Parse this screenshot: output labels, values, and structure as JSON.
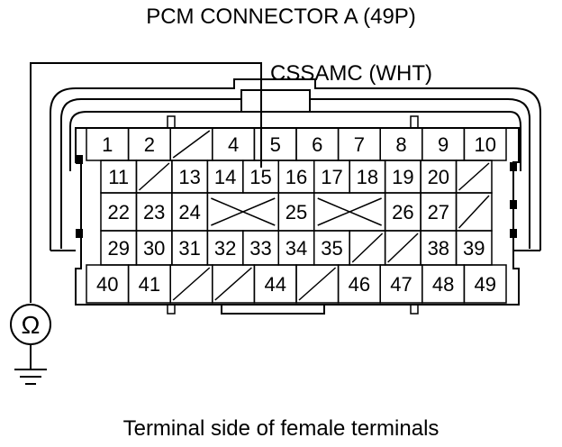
{
  "title": "PCM CONNECTOR A (49P)",
  "wire_label": "CSSAMC (WHT)",
  "caption": "Terminal side of female terminals",
  "meter_symbol": "Ω",
  "probe_terminal": "15",
  "rows": [
    [
      "1",
      "2",
      "/",
      "4",
      "5",
      "6",
      "7",
      "8",
      "9",
      "10"
    ],
    [
      "11",
      "/",
      "13",
      "14",
      "15",
      "16",
      "17",
      "18",
      "19",
      "20",
      "/"
    ],
    [
      "22",
      "23",
      "24",
      "X",
      "25",
      "X",
      "26",
      "27",
      "/"
    ],
    [
      "29",
      "30",
      "31",
      "32",
      "33",
      "34",
      "35",
      "/",
      "/",
      "38",
      "39"
    ],
    [
      "40",
      "41",
      "/",
      "/",
      "44",
      "/",
      "46",
      "47",
      "48",
      "49"
    ]
  ],
  "colors": {
    "ink": "#000000",
    "background": "#ffffff"
  }
}
